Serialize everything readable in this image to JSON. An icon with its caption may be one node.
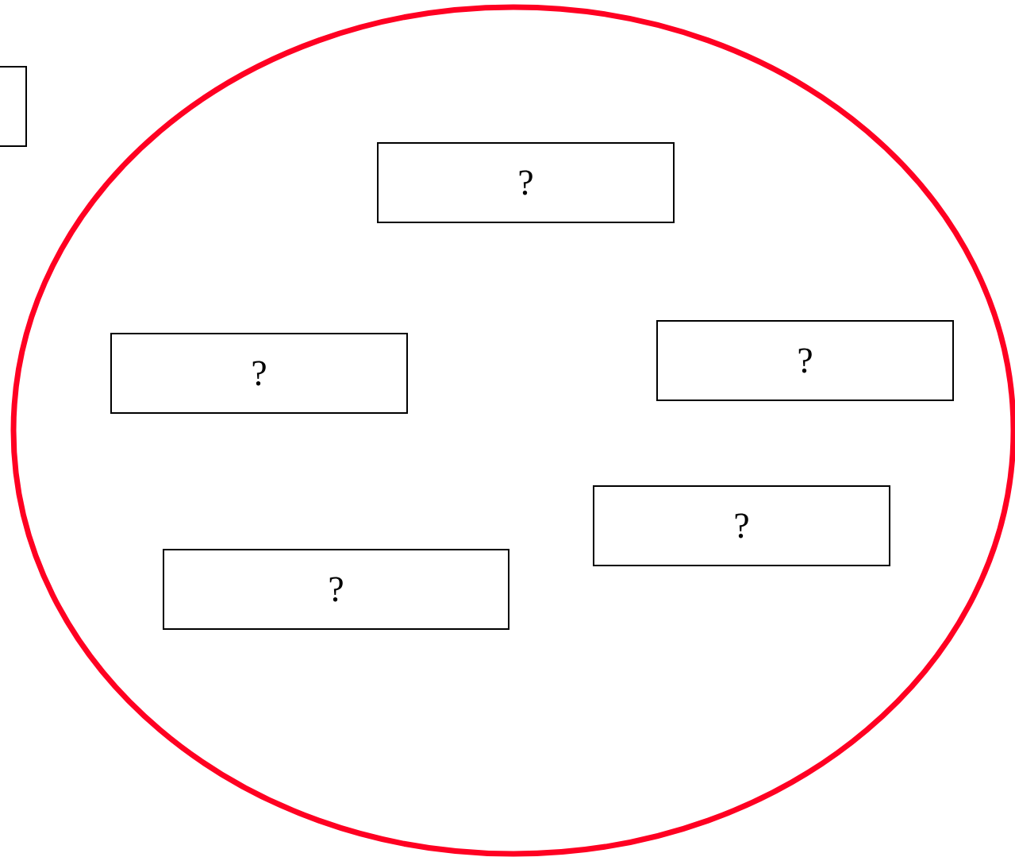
{
  "diagram": {
    "nodes": [
      {
        "text": [],
        "shape": "circle"
      },
      {
        "text": [],
        "shape": "box"
      },
      {
        "text": [
          "?"
        ],
        "in": 0
      },
      {
        "text": [
          "?"
        ],
        "in": 0
      },
      {
        "text": [
          "?"
        ],
        "in": 0
      },
      {
        "text": [
          "?"
        ],
        "in": 0
      },
      {
        "text": [
          "?"
        ],
        "in": 0
      }
    ]
  }
}
